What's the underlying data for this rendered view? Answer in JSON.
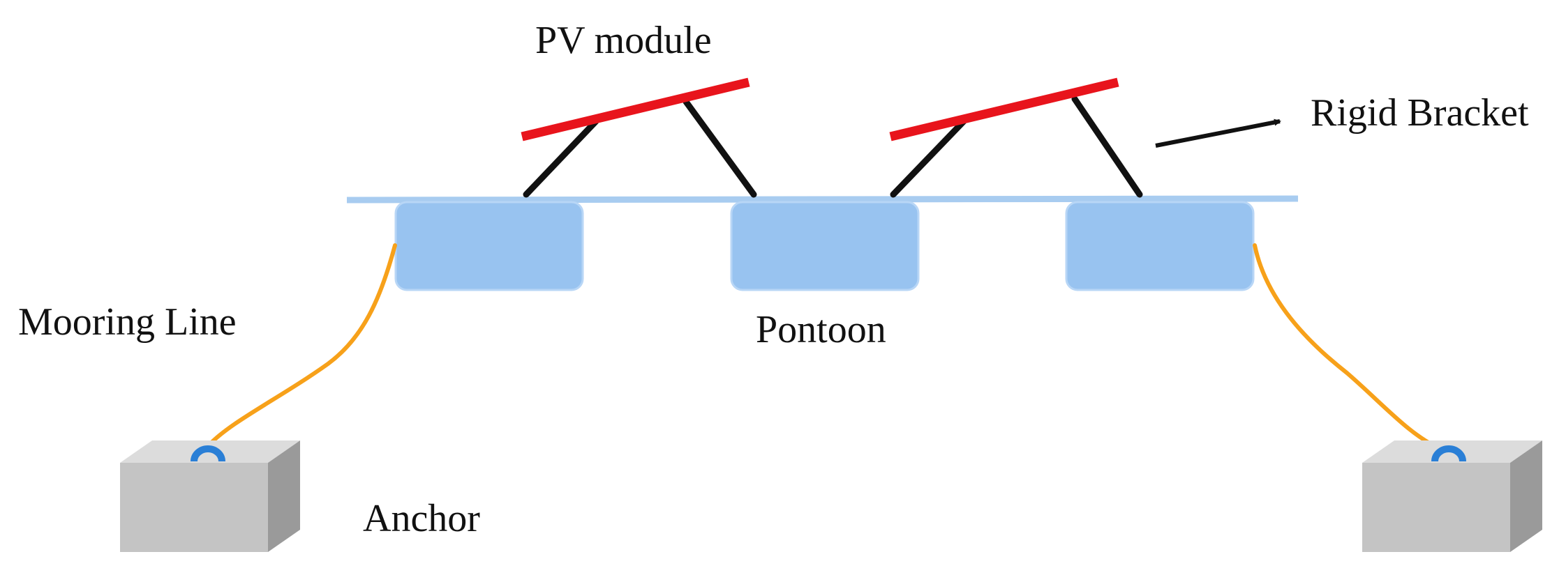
{
  "labels": {
    "pv_module": "PV module",
    "rigid_bracket": "Rigid Bracket",
    "mooring_line": "Mooring Line",
    "pontoon": "Pontoon",
    "anchor": "Anchor"
  },
  "colors": {
    "pv_panel": "#e8141c",
    "bracket": "#111111",
    "water_line": "#a8ccf0",
    "pontoon": "#98c3f0",
    "pontoon_edge": "#b8d6f6",
    "mooring_line": "#f7a11a",
    "anchor_front": "#c4c4c4",
    "anchor_top": "#dcdcdc",
    "anchor_side": "#9a9a9a",
    "shackle": "#2a7fd6",
    "arrow": "#111111",
    "text": "#111111"
  }
}
